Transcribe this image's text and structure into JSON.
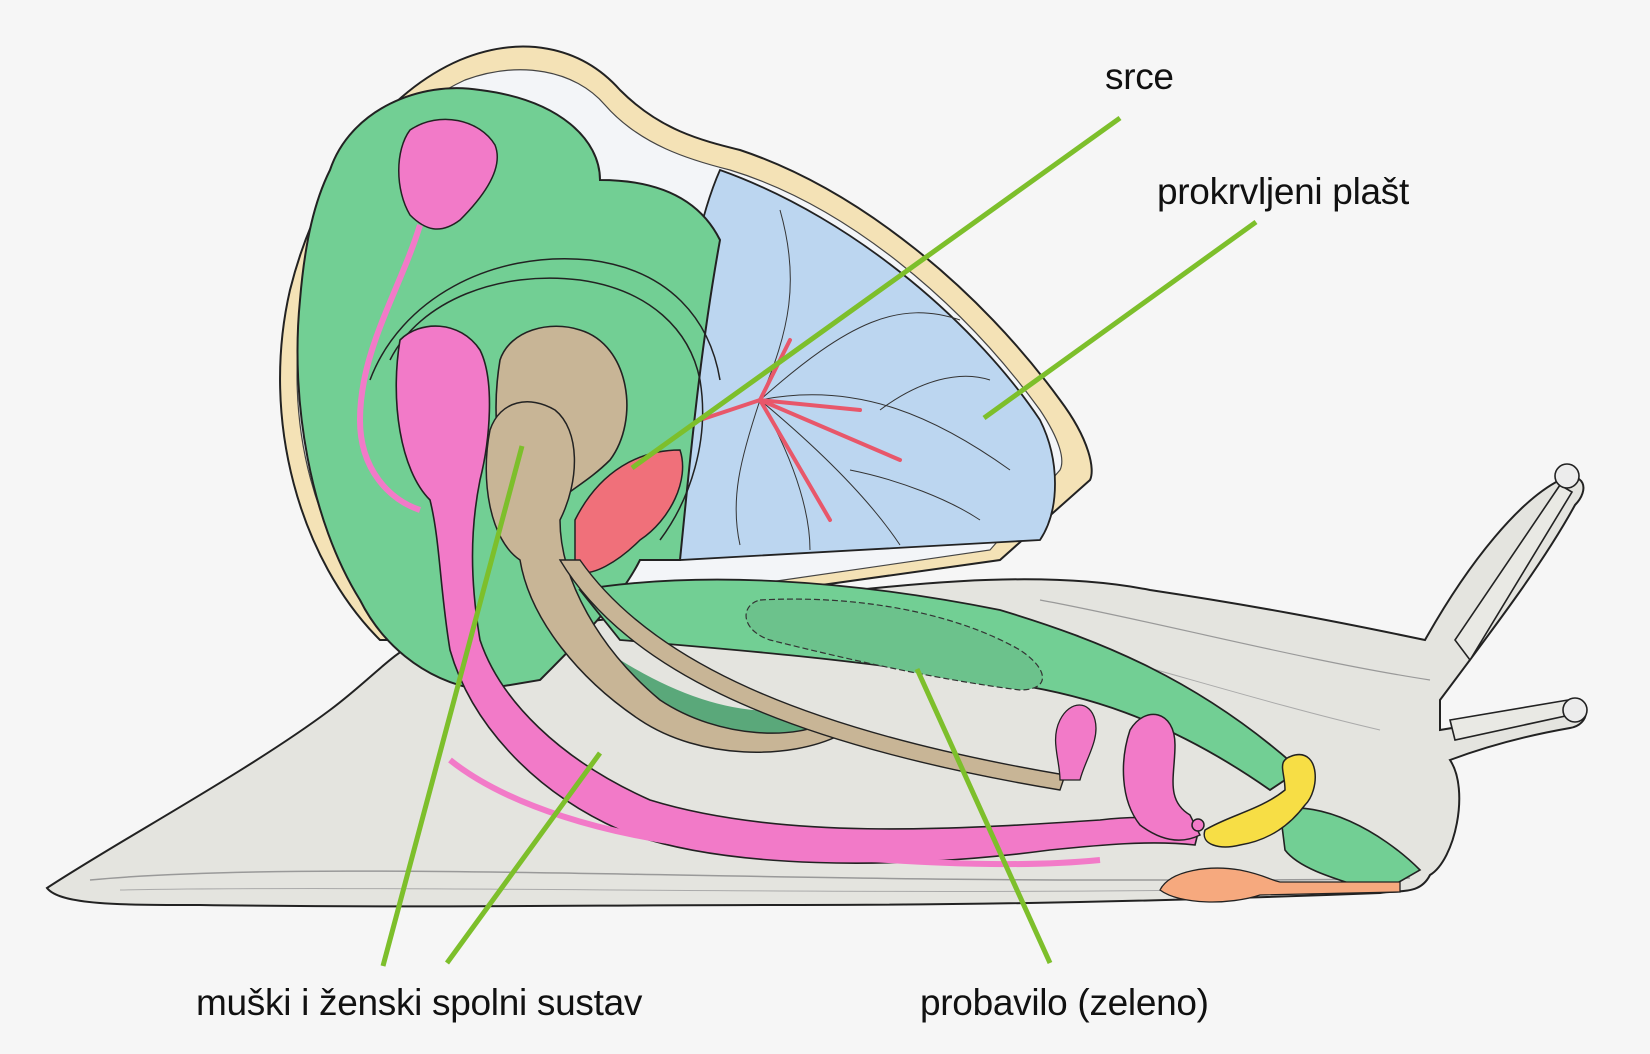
{
  "diagram": {
    "subject": "snail anatomy (cross-section)",
    "colors": {
      "background": "#f6f6f6",
      "leader_line": "#7dbf2b",
      "digestive_green": "#72cf94",
      "mantle_blue": "#bcd6f0",
      "reproductive_pink": "#f27ac8",
      "gland_tan": "#c8b596",
      "heart_red": "#f0707a",
      "nerve_yellow": "#f7de45",
      "salivary_orange": "#f6a97e",
      "shell_rim": "#f4e2b6",
      "body_grey": "#e4e4df",
      "outline": "#222222"
    },
    "labels": [
      {
        "id": "srce",
        "text": "srce"
      },
      {
        "id": "plast",
        "text": "prokrvljeni plašt"
      },
      {
        "id": "spolni",
        "text": "muški i ženski spolni sustav"
      },
      {
        "id": "probavilo",
        "text": "probavilo (zeleno)"
      }
    ]
  }
}
